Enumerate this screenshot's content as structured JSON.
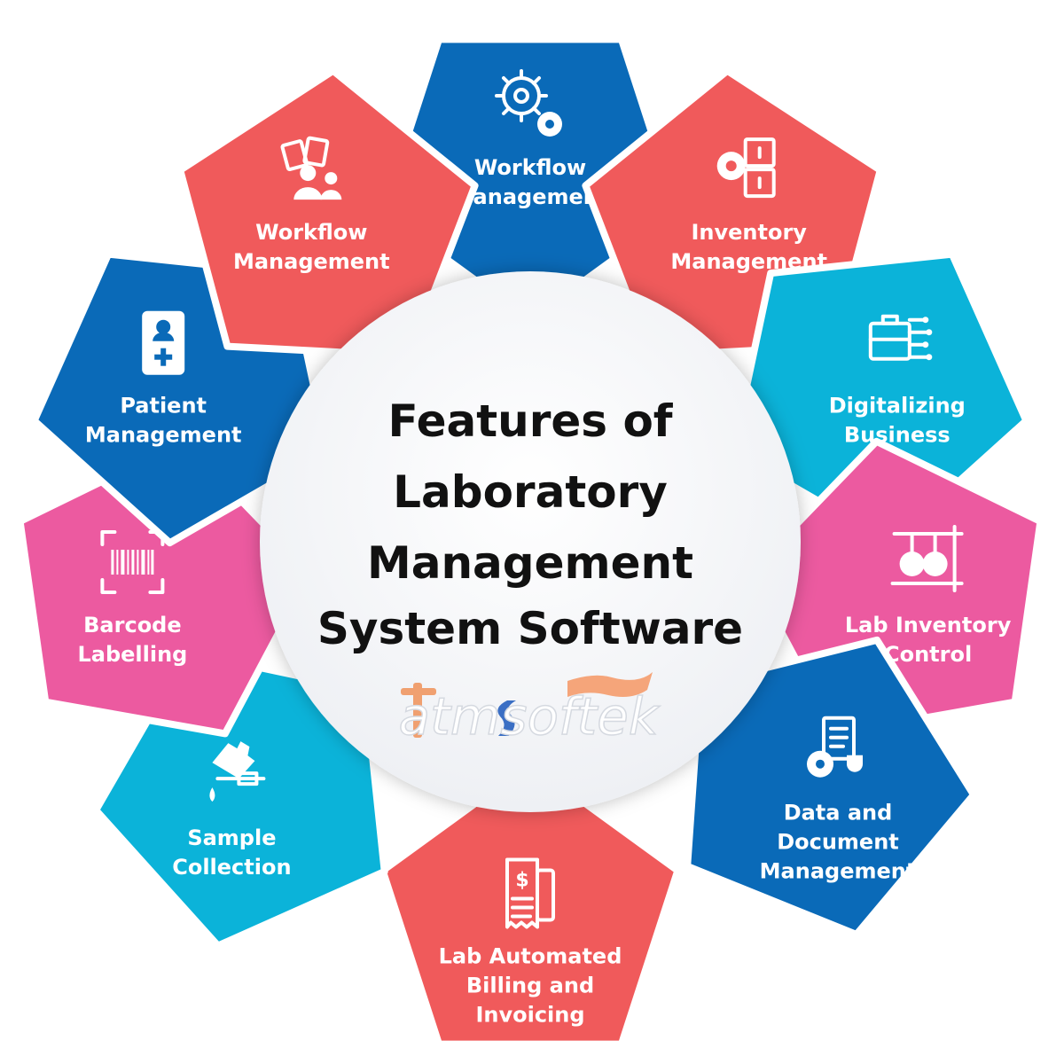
{
  "center": {
    "title_lines": [
      "Features of",
      "Laboratory",
      "Management",
      "System Software"
    ],
    "logo_text": "atmsoftek"
  },
  "segments": [
    {
      "id": "workflow-top",
      "angle": 0,
      "color": "#0a6ab8",
      "lines": [
        "Workflow",
        "Management"
      ],
      "icon": "gears-icon"
    },
    {
      "id": "inventory",
      "angle": 33,
      "color": "#f05a5b",
      "lines": [
        "Inventory",
        "Management"
      ],
      "icon": "storage-cabinet-icon"
    },
    {
      "id": "digitalizing",
      "angle": 66,
      "color": "#0bb3d9",
      "lines": [
        "Digitalizing",
        "Business"
      ],
      "icon": "digital-briefcase-icon"
    },
    {
      "id": "lab-inventory",
      "angle": 98,
      "color": "#ec5aa0",
      "lines": [
        "Lab Inventory",
        "Control"
      ],
      "icon": "lab-flasks-icon"
    },
    {
      "id": "data-document",
      "angle": 130,
      "color": "#0a6ab8",
      "lines": [
        "Data and",
        "Document",
        "Management"
      ],
      "icon": "document-gear-icon"
    },
    {
      "id": "billing",
      "angle": 180,
      "color": "#f05a5b",
      "lines": [
        "Lab Automated",
        "Billing and",
        "Invoicing"
      ],
      "icon": "invoice-icon"
    },
    {
      "id": "sample",
      "angle": 228,
      "color": "#0bb3d9",
      "lines": [
        "Sample",
        "Collection"
      ],
      "icon": "gloved-hand-syringe-icon"
    },
    {
      "id": "barcode",
      "angle": 262,
      "color": "#ec5aa0",
      "lines": [
        "Barcode",
        "Labelling"
      ],
      "icon": "barcode-icon"
    },
    {
      "id": "patient",
      "angle": 294,
      "color": "#0a6ab8",
      "lines": [
        "Patient",
        "Management"
      ],
      "icon": "patient-card-icon"
    },
    {
      "id": "workflow-left",
      "angle": 327,
      "color": "#f05a5b",
      "lines": [
        "Workflow",
        "Management"
      ],
      "icon": "team-cards-icon"
    }
  ]
}
